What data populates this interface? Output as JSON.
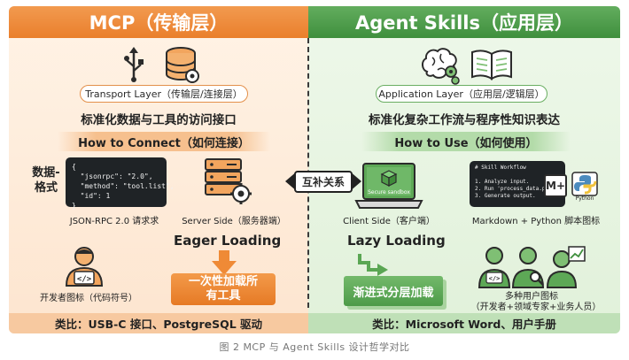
{
  "left": {
    "title": "MCP（传输层）",
    "layer_label": "Transport Layer（传输层/连接层）",
    "subtitle": "标准化数据与工具的访问接口",
    "how": "How to Connect（如何连接）",
    "data_format_label": "数据-格式",
    "json_code": "{\n  \"jsonrpc\": \"2.0\",\n  \"method\": \"tool.list\",\n  \"id\": 1\n}",
    "json_caption": "JSON-RPC 2.0 请求求",
    "server_caption": "Server Side（服务器端）",
    "loading": "Eager Loading",
    "load_all": "一次性加载所有工具",
    "dev_caption": "开发者图标（代码符号）",
    "analogy": "类比：USB-C 接口、PostgreSQL 驱动"
  },
  "center": {
    "relation": "互补关系"
  },
  "right": {
    "title": "Agent Skills（应用层）",
    "layer_label": "Application Layer（应用层/逻辑层）",
    "subtitle": "标准化复杂工作流与程序性知识表达",
    "how": "How to Use（如何使用）",
    "sandbox_label": "Secure sandbox",
    "client_caption": "Client Side（客户端）",
    "workflow_code": "# Skill Workflow\n\n1. Analyze input.\n2. Run 'process_data.py'\n3. Generate output.",
    "markdown_badge": "M+",
    "python_badge": "Python",
    "md_caption": "Markdown + Python 脚本图标",
    "loading": "Lazy Loading",
    "progressive": "渐进式分层加载",
    "users_caption_1": "多种用户图标",
    "users_caption_2": "（开发者+领域专家+业务人员）",
    "analogy": "类比：Microsoft Word、用户手册"
  },
  "figure_caption": "图 2 MCP 与 Agent Skills 设计哲学对比",
  "colors": {
    "orange_accent": "#ea7f2c",
    "green_accent": "#3f8f3d"
  }
}
